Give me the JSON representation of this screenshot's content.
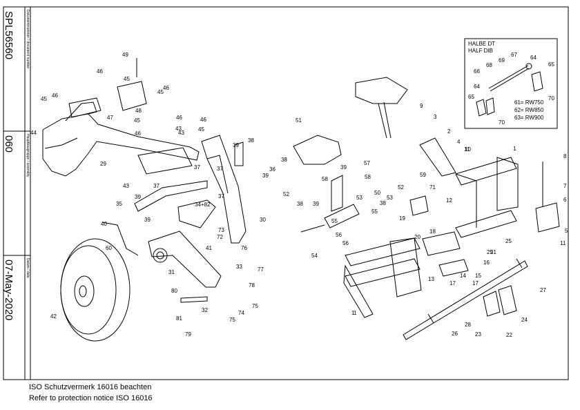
{
  "sidebar": {
    "doc_label": "Dokumentnummer / document number",
    "doc_value": "SPL56560",
    "group_label": "Hauptbaugruppe / assembly",
    "group_value": "060",
    "date_label": "Datum / date",
    "date_value": "07-May-2020"
  },
  "inset": {
    "title_1": "HALBE DT",
    "title_2": "HALF DIB",
    "variants": [
      "61= RW750",
      "62= RW850",
      "63= RW900"
    ],
    "callouts": [
      "64",
      "65",
      "66",
      "67",
      "68",
      "69",
      "70",
      "64",
      "65",
      "70"
    ]
  },
  "callouts": [
    "1",
    "1",
    "1",
    "2",
    "3",
    "4",
    "5",
    "6",
    "7",
    "8",
    "9",
    "10",
    "11",
    "11",
    "12",
    "13",
    "14",
    "15",
    "16",
    "17",
    "17",
    "18",
    "19",
    "20",
    "21",
    "22",
    "23",
    "24",
    "25",
    "25",
    "26",
    "27",
    "28",
    "29",
    "30",
    "31",
    "32",
    "33",
    "34+82",
    "35",
    "36",
    "37",
    "37",
    "37",
    "37",
    "38",
    "38",
    "38",
    "38",
    "39",
    "39",
    "39",
    "39",
    "39",
    "39",
    "40",
    "41",
    "42",
    "43",
    "43",
    "43",
    "44",
    "45",
    "45",
    "45",
    "45",
    "45",
    "46",
    "46",
    "46",
    "46",
    "46",
    "46",
    "47",
    "48",
    "49",
    "50",
    "51",
    "52",
    "52",
    "53",
    "53",
    "54",
    "55",
    "55",
    "56",
    "56",
    "57",
    "58",
    "58",
    "59",
    "60",
    "71",
    "72",
    "73",
    "74",
    "75",
    "75",
    "76",
    "77",
    "78",
    "79",
    "80",
    "81"
  ],
  "footer": {
    "line_1": "ISO Schutzvermerk 16016 beachten",
    "line_2": "Refer to protection notice ISO 16016"
  }
}
